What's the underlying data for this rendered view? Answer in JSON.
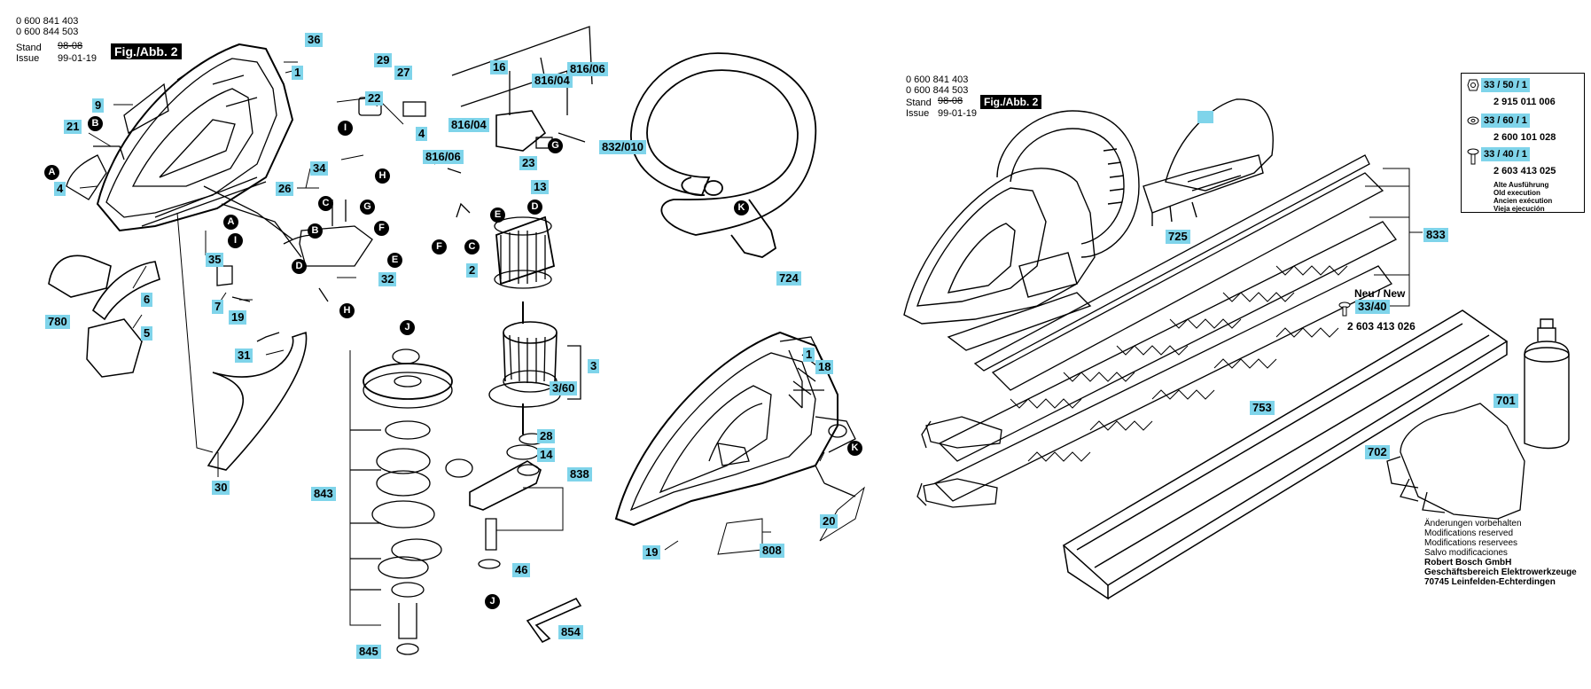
{
  "left_header": {
    "part_no_1": "0 600 841 403",
    "part_no_2": "0 600 844 503",
    "stand_label": "Stand",
    "stand_value": "98-08",
    "issue_label": "Issue",
    "issue_value": "99-01-19",
    "fig_label": "Fig./Abb. 2"
  },
  "right_header": {
    "part_no_1": "0 600 841 403",
    "part_no_2": "0 600 844 503",
    "stand_label": "Stand",
    "stand_value": "98-08",
    "issue_label": "Issue",
    "issue_value": "99-01-19",
    "fig_label": "Fig./Abb. 2"
  },
  "callouts": {
    "c36": "36",
    "c1a": "1",
    "c9": "9",
    "c21": "21",
    "c4a": "4",
    "c29": "29",
    "c27": "27",
    "c22": "22",
    "c4b": "4",
    "c34": "34",
    "c26": "26",
    "c35": "35",
    "c7": "7",
    "c19a": "19",
    "c6": "6",
    "c780": "780",
    "c5": "5",
    "c32": "32",
    "c31": "31",
    "c30": "30",
    "c16": "16",
    "c816_04a": "816/04",
    "c816_06a": "816/06",
    "c816_04b": "816/04",
    "c816_06b": "816/06",
    "c832": "832/010",
    "c23": "23",
    "c13": "13",
    "c2": "2",
    "c3": "3",
    "c3_60": "3/60",
    "c28": "28",
    "c14": "14",
    "c838": "838",
    "c46": "46",
    "c843": "843",
    "c845": "845",
    "c854": "854",
    "c724": "724",
    "c1b": "1",
    "c18": "18",
    "c20": "20",
    "c19b": "19",
    "c808": "808",
    "c725": "725",
    "c833": "833",
    "c33_40": "33/40",
    "c753": "753",
    "c701": "701",
    "c702": "702"
  },
  "letters": {
    "B1": "B",
    "A1": "A",
    "I1": "I",
    "H1": "H",
    "A2": "A",
    "I2": "I",
    "C1": "C",
    "G1": "G",
    "B2": "B",
    "F1": "F",
    "D1": "D",
    "E1": "E",
    "H2": "H",
    "G2": "G",
    "E2": "E",
    "D2": "D",
    "F2": "F",
    "C2": "C",
    "J1": "J",
    "J2": "J",
    "K1": "K",
    "K2": "K"
  },
  "neu_new": "Neu / New",
  "neu_part_no": "2 603 413 026",
  "legend": {
    "rows": [
      {
        "label": "33 / 50 / 1",
        "part": "2 915 011 006",
        "icon": "nut-icon"
      },
      {
        "label": "33 / 60 / 1",
        "part": "2 600 101 028",
        "icon": "washer-icon"
      },
      {
        "label": "33 / 40 / 1",
        "part": "2 603 413 025",
        "icon": "screw-icon"
      }
    ],
    "note_1": "Alte Ausführung",
    "note_2": "Old execution",
    "note_3": "Ancien exécution",
    "note_4": "Vieja ejecución"
  },
  "footer": {
    "line1": "Änderungen vorbehalten",
    "line2": "Modifications reserved",
    "line3": "Modifications reservees",
    "line4": "Salvo modificaciones",
    "line5": "Robert Bosch GmbH",
    "line6": "Geschäftsbereich Elektrowerkzeuge",
    "line7": "70745 Leinfelden-Echterdingen"
  },
  "colors": {
    "label_bg": "#7fd4ea",
    "ink": "#000000",
    "paper": "#ffffff"
  }
}
